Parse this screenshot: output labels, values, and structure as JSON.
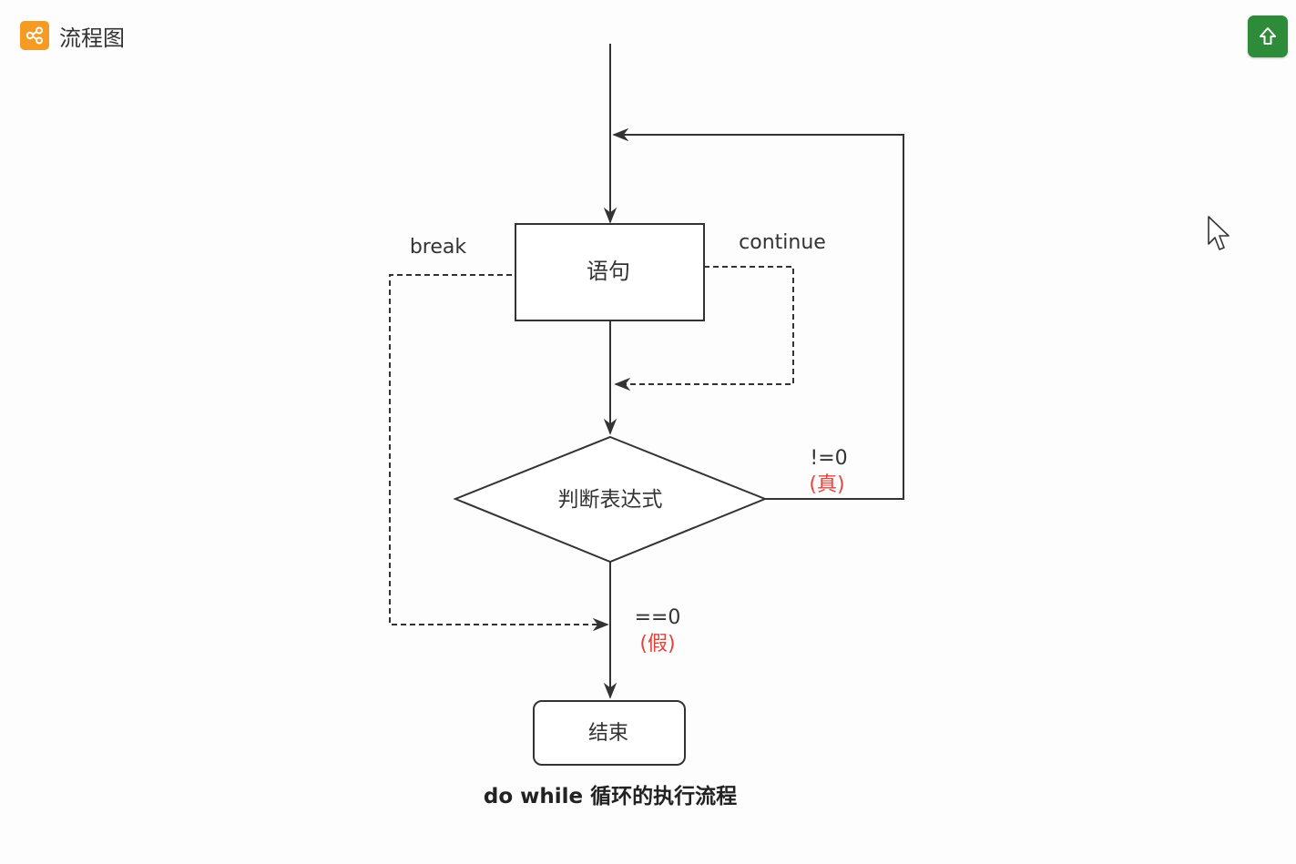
{
  "header": {
    "title": "流程图",
    "icon": "flowchart-icon"
  },
  "toolbar": {
    "upload_icon": "arrow-up-icon"
  },
  "colors": {
    "accent_orange": "#f59a23",
    "upload_green": "#2e8b3a",
    "true_false_red": "#e8423a",
    "line": "#333333"
  },
  "diagram": {
    "statement_label": "语句",
    "condition_label": "判断表达式",
    "end_label": "结束",
    "break_label": "break",
    "continue_label": "continue",
    "nonzero_label": "!=0",
    "true_label": "(真)",
    "zero_label": "==0",
    "false_label": "(假)",
    "caption": "do while 循环的执行流程"
  }
}
